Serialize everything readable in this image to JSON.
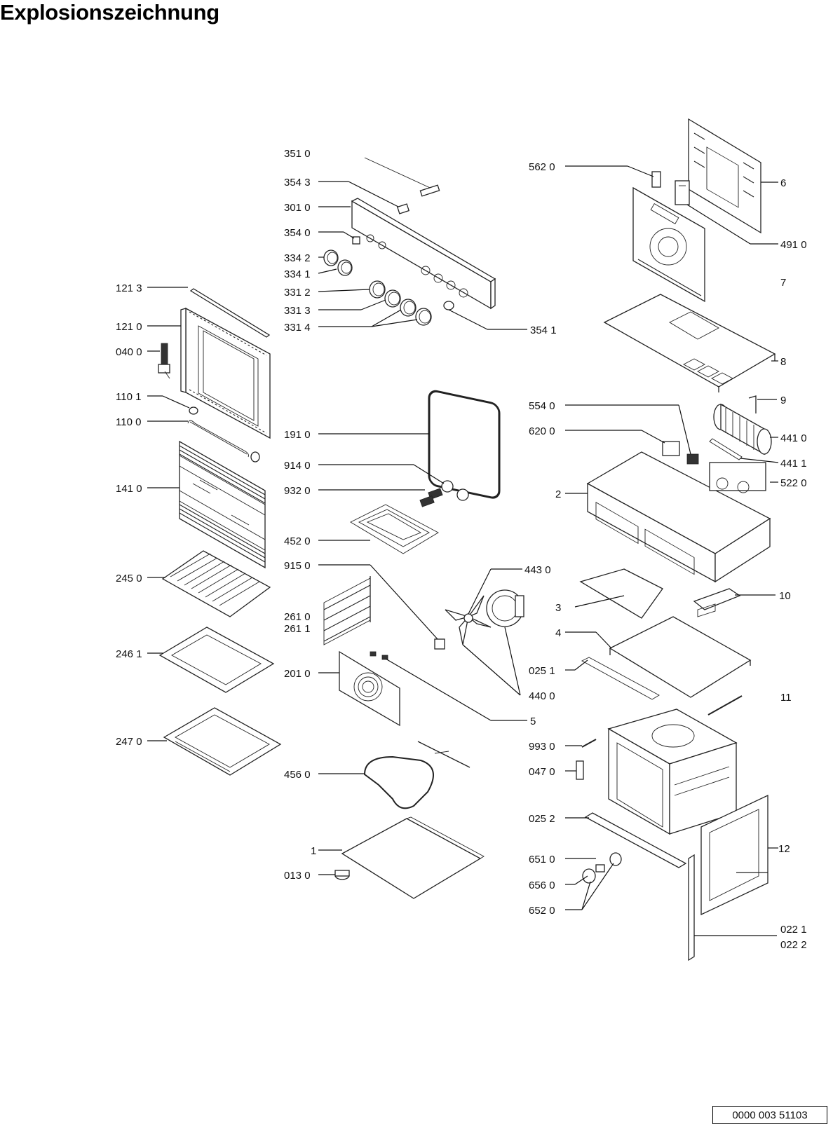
{
  "title": "Explosionszeichnung",
  "document_number": "0000 003 51103",
  "part_labels": [
    "351 0",
    "354 3",
    "301 0",
    "354 0",
    "334 2",
    "334 1",
    "331 2",
    "331 3",
    "331 4",
    "354 1",
    "121 3",
    "121 0",
    "040 0",
    "110 1",
    "110 0",
    "141 0",
    "245 0",
    "246 1",
    "247 0",
    "191 0",
    "914 0",
    "932 0",
    "452 0",
    "915 0",
    "261 0",
    "261 1",
    "201 0",
    "456 0",
    "1",
    "013 0",
    "443 0",
    "440 0",
    "5",
    "562 0",
    "6",
    "491 0",
    "7",
    "8",
    "9",
    "554 0",
    "620 0",
    "441 0",
    "441 1",
    "2",
    "522 0",
    "3",
    "10",
    "4",
    "025 1",
    "11",
    "993 0",
    "047 0",
    "025 2",
    "651 0",
    "656 0",
    "652 0",
    "12",
    "022 1",
    "022 2"
  ]
}
